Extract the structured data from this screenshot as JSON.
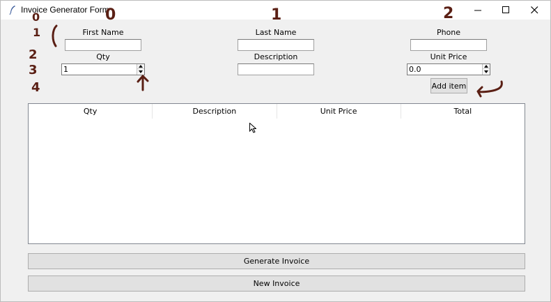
{
  "window": {
    "title": "Invoice Generator Form"
  },
  "form": {
    "first_name_label": "First Name",
    "first_name_value": "",
    "last_name_label": "Last Name",
    "last_name_value": "",
    "phone_label": "Phone",
    "phone_value": "",
    "qty_label": "Qty",
    "qty_value": "1",
    "description_label": "Description",
    "description_value": "",
    "unit_price_label": "Unit Price",
    "unit_price_value": "0.0",
    "add_item_label": "Add item"
  },
  "table": {
    "columns": [
      "Qty",
      "Description",
      "Unit Price",
      "Total"
    ]
  },
  "actions": {
    "generate_label": "Generate Invoice",
    "new_label": "New Invoice"
  },
  "annotations": {
    "col_0": "0",
    "col_1": "1",
    "col_2": "2",
    "row_0": "0",
    "row_1": "1",
    "row_2": "2",
    "row_3": "3",
    "row_4": "4"
  },
  "colors": {
    "annotation_ink": "#5a1f14",
    "window_bg": "#f0f0f0",
    "titlebar_bg": "#ffffff"
  }
}
